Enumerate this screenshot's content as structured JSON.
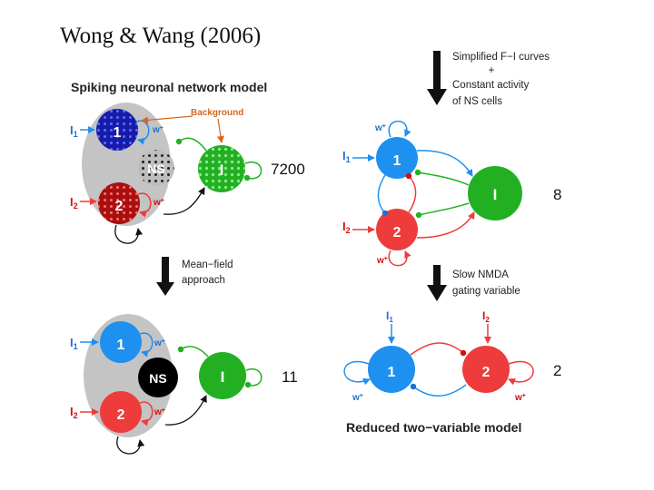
{
  "title": "Wong & Wang (2006)",
  "panels": {
    "spiking": {
      "heading": "Spiking neuronal network model",
      "background_label": "Background",
      "pop1": "1",
      "pop2": "2",
      "ns": "NS",
      "inh": "I",
      "input1": "I",
      "input1_sub": "1",
      "input2": "I",
      "input2_sub": "2",
      "w_plus": "w",
      "w_plus_sup": "+",
      "count": "7200"
    },
    "meanfield": {
      "arrow_label_line1": "Mean−field",
      "arrow_label_line2": "approach",
      "pop1": "1",
      "pop2": "2",
      "ns": "NS",
      "inh": "I",
      "input1": "I",
      "input1_sub": "1",
      "input2": "I",
      "input2_sub": "2",
      "w_plus": "w",
      "w_plus_sup": "+",
      "count": "11"
    },
    "simplified": {
      "arrow_label_line1": "Simplified F−I curves",
      "arrow_label_line2": "+",
      "arrow_label_line3": "Constant activity",
      "arrow_label_line4": "of NS cells",
      "pop1": "1",
      "pop2": "2",
      "inh": "I",
      "input1": "I",
      "input1_sub": "1",
      "input2": "I",
      "input2_sub": "2",
      "w_plus": "w",
      "w_plus_sup": "+",
      "count": "8"
    },
    "reduced": {
      "arrow_label_line1": "Slow NMDA",
      "arrow_label_line2": "gating variable",
      "pop1": "1",
      "pop2": "2",
      "input1": "I",
      "input1_sub": "1",
      "input2": "I",
      "input2_sub": "2",
      "w_plus": "w",
      "w_plus_sup": "+",
      "caption": "Reduced two−variable model",
      "count": "2"
    }
  },
  "colors": {
    "blue": "#1e90f0",
    "dark_blue": "#1a1aa8",
    "red": "#ee3b3b",
    "dark_red": "#a81010",
    "green": "#22b022",
    "gray": "#c4c4c4",
    "black": "#000000",
    "arrow_orange": "#d2691e"
  }
}
